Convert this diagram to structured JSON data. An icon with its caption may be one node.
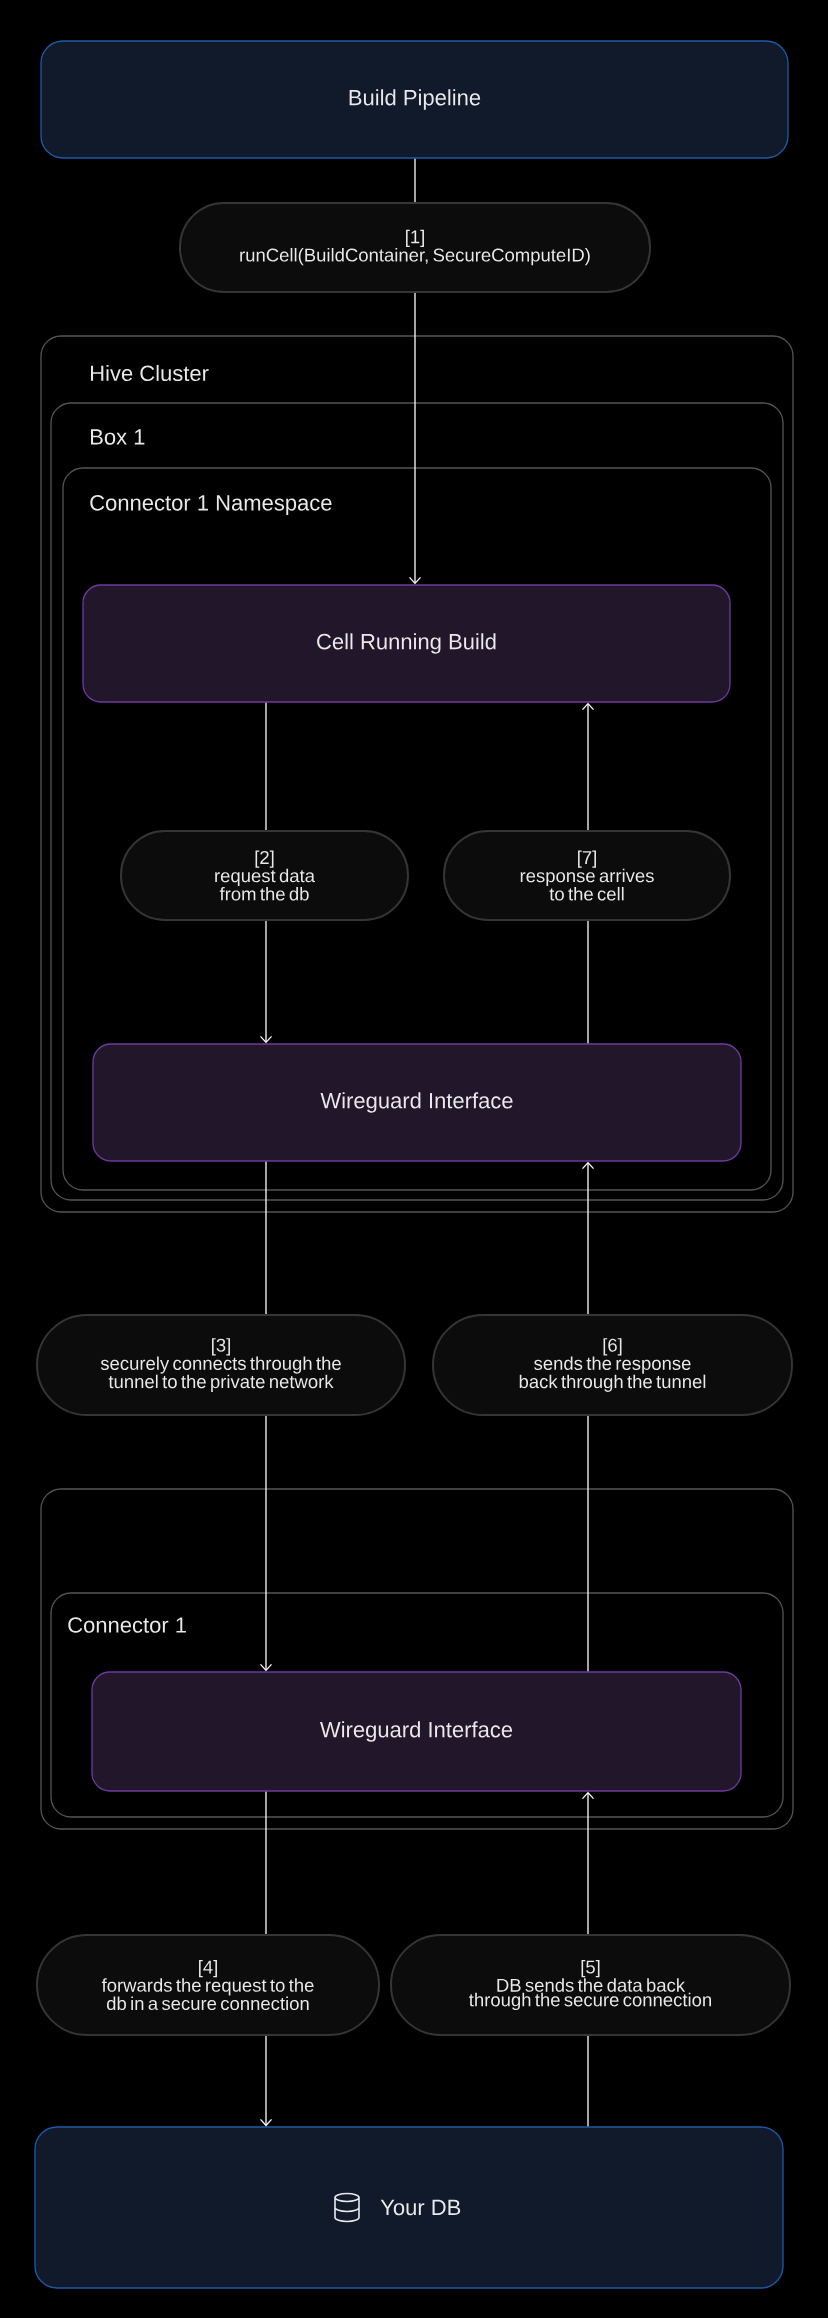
{
  "diagram": {
    "nodes": [
      {
        "text": [
          "Build Pipeline"
        ]
      },
      {
        "text": [
          "[1]",
          "runCell(BuildContainer, SecureComputeID)"
        ]
      },
      {
        "text": [
          "Hive Cluster"
        ]
      },
      {
        "text": [
          "Box 1"
        ],
        "in": 2
      },
      {
        "text": [
          "Connector 1 Namespace"
        ],
        "in": 3
      },
      {
        "text": [
          "Cell Running Build"
        ],
        "in": 4
      },
      {
        "text": [
          "[2]",
          "request data from the db"
        ],
        "in": 4
      },
      {
        "text": [
          "[7]",
          "response arrives to the cell"
        ],
        "in": 4
      },
      {
        "text": [
          "Wireguard Interface"
        ],
        "in": 4
      },
      {
        "text": [
          "[3]",
          "securely connects through the tunnel to the private network"
        ]
      },
      {
        "text": [
          "[6]",
          "sends the response back through the tunnel"
        ]
      },
      {
        "text": [],
        "shape": "box"
      },
      {
        "text": [
          "Connector 1"
        ],
        "in": 11
      },
      {
        "text": [
          "Wireguard Interface"
        ],
        "in": 12
      },
      {
        "text": [
          "[4]",
          "forwards the request to the db in a secure connection"
        ]
      },
      {
        "text": [
          "[5]",
          "DB sends the data back through the secure connection"
        ]
      },
      {
        "text": [
          "Your DB"
        ]
      }
    ],
    "edges": [
      {
        "from": 0,
        "to": 1,
        "arrow": "none"
      },
      {
        "from": 1,
        "to": 5,
        "arrow": "to"
      },
      {
        "from": 5,
        "to": 6,
        "arrow": "none"
      },
      {
        "from": 6,
        "to": 8,
        "arrow": "to"
      },
      {
        "from": 8,
        "to": 9,
        "arrow": "none"
      },
      {
        "from": 9,
        "to": 13,
        "arrow": "to"
      },
      {
        "from": 13,
        "to": 14,
        "arrow": "none"
      },
      {
        "from": 14,
        "to": 16,
        "arrow": "to"
      },
      {
        "from": 16,
        "to": 15,
        "arrow": "none"
      },
      {
        "from": 15,
        "to": 13,
        "arrow": "to"
      },
      {
        "from": 13,
        "to": 10,
        "arrow": "none"
      },
      {
        "from": 10,
        "to": 8,
        "arrow": "to"
      },
      {
        "from": 8,
        "to": 7,
        "arrow": "none"
      },
      {
        "from": 7,
        "to": 5,
        "arrow": "to"
      }
    ]
  }
}
